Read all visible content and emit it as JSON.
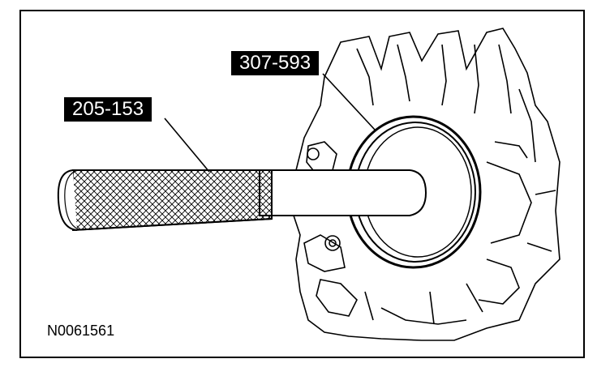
{
  "callouts": {
    "tool_handle": "205-153",
    "seal_installer": "307-593"
  },
  "figure_id": "N0061561",
  "colors": {
    "ink": "#000000",
    "paper": "#ffffff"
  }
}
